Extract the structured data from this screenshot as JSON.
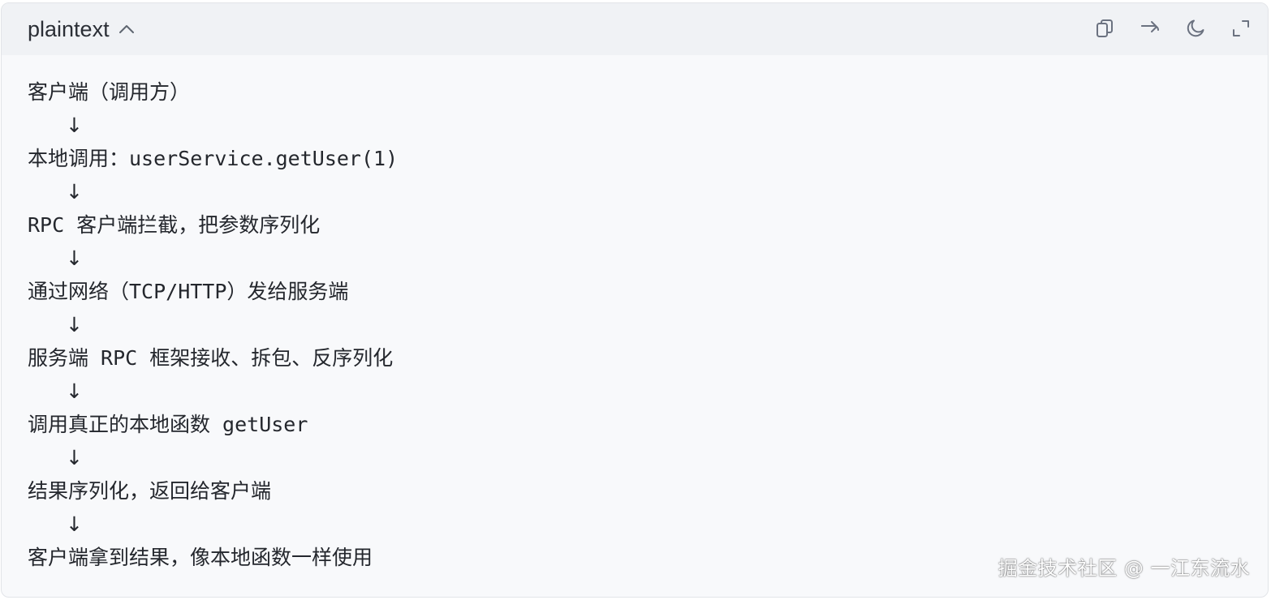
{
  "header": {
    "language": "plaintext",
    "language_toggle_icon": "chevron-up-icon",
    "tools": [
      {
        "icon": "copy-icon",
        "label": "Copy"
      },
      {
        "icon": "share-arrow-icon",
        "label": "Share"
      },
      {
        "icon": "moon-icon",
        "label": "Theme"
      },
      {
        "icon": "expand-icon",
        "label": "Expand"
      }
    ]
  },
  "code": {
    "arrow": "↓",
    "lines": [
      "客户端（调用方）",
      "本地调用：userService.getUser(1)",
      "RPC 客户端拦截，把参数序列化",
      "通过网络（TCP/HTTP）发给服务端",
      "服务端 RPC 框架接收、拆包、反序列化",
      "调用真正的本地函数 getUser",
      "结果序列化，返回给客户端",
      "客户端拿到结果，像本地函数一样使用"
    ]
  },
  "watermark": "掘金技术社区 @ 一江东流水"
}
